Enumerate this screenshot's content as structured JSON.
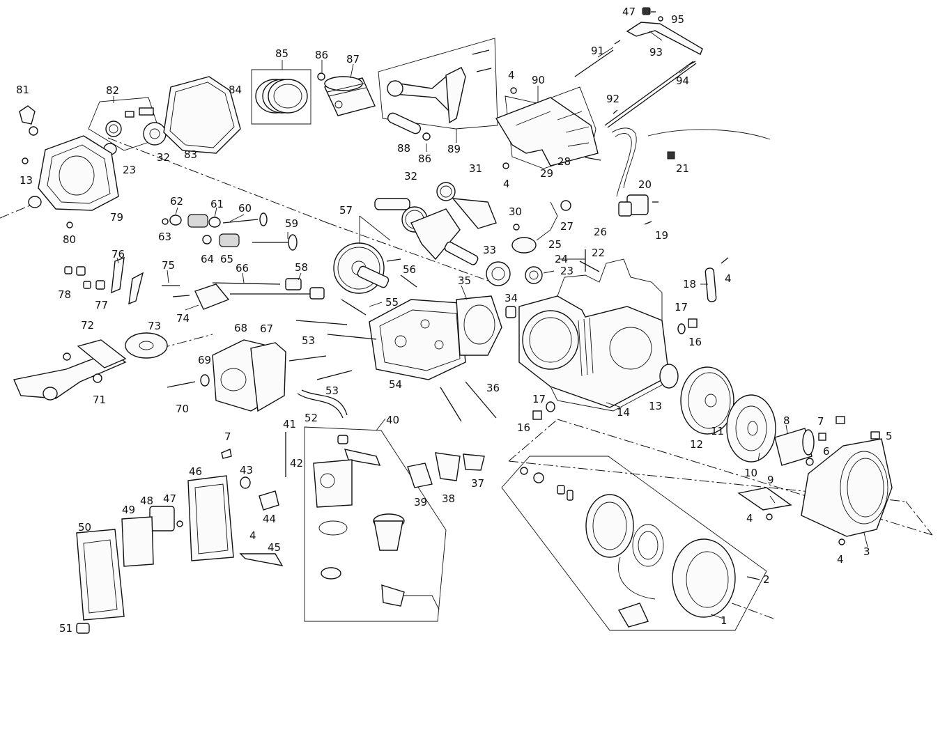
{
  "diagram": {
    "type": "exploded-parts-diagram",
    "callouts": [
      {
        "id": "c47a",
        "text": "47"
      },
      {
        "id": "c95",
        "text": "95"
      },
      {
        "id": "c91",
        "text": "91"
      },
      {
        "id": "c93",
        "text": "93"
      },
      {
        "id": "c94",
        "text": "94"
      },
      {
        "id": "c85",
        "text": "85"
      },
      {
        "id": "c86a",
        "text": "86"
      },
      {
        "id": "c87",
        "text": "87"
      },
      {
        "id": "c4a",
        "text": "4"
      },
      {
        "id": "c90",
        "text": "90"
      },
      {
        "id": "c92",
        "text": "92"
      },
      {
        "id": "c81",
        "text": "81"
      },
      {
        "id": "c82",
        "text": "82"
      },
      {
        "id": "c84",
        "text": "84"
      },
      {
        "id": "c88",
        "text": "88"
      },
      {
        "id": "c86b",
        "text": "86"
      },
      {
        "id": "c89",
        "text": "89"
      },
      {
        "id": "c21",
        "text": "21"
      },
      {
        "id": "c23a",
        "text": "23"
      },
      {
        "id": "c32a",
        "text": "32"
      },
      {
        "id": "c83",
        "text": "83"
      },
      {
        "id": "c4b",
        "text": "4"
      },
      {
        "id": "c13a",
        "text": "13"
      },
      {
        "id": "c28",
        "text": "28"
      },
      {
        "id": "c31",
        "text": "31"
      },
      {
        "id": "c32b",
        "text": "32"
      },
      {
        "id": "c29",
        "text": "29"
      },
      {
        "id": "c20",
        "text": "20"
      },
      {
        "id": "c79",
        "text": "79"
      },
      {
        "id": "c62",
        "text": "62"
      },
      {
        "id": "c61",
        "text": "61"
      },
      {
        "id": "c60",
        "text": "60"
      },
      {
        "id": "c57",
        "text": "57"
      },
      {
        "id": "c30",
        "text": "30"
      },
      {
        "id": "c27",
        "text": "27"
      },
      {
        "id": "c26",
        "text": "26"
      },
      {
        "id": "c19",
        "text": "19"
      },
      {
        "id": "c80",
        "text": "80"
      },
      {
        "id": "c63",
        "text": "63"
      },
      {
        "id": "c59",
        "text": "59"
      },
      {
        "id": "c25",
        "text": "25"
      },
      {
        "id": "c22",
        "text": "22"
      },
      {
        "id": "c76",
        "text": "76"
      },
      {
        "id": "c64",
        "text": "64"
      },
      {
        "id": "c65",
        "text": "65"
      },
      {
        "id": "c33",
        "text": "33"
      },
      {
        "id": "c24",
        "text": "24"
      },
      {
        "id": "c75",
        "text": "75"
      },
      {
        "id": "c66",
        "text": "66"
      },
      {
        "id": "c58",
        "text": "58"
      },
      {
        "id": "c56",
        "text": "56"
      },
      {
        "id": "c23b",
        "text": "23"
      },
      {
        "id": "c4c",
        "text": "4"
      },
      {
        "id": "c18",
        "text": "18"
      },
      {
        "id": "c78",
        "text": "78"
      },
      {
        "id": "c77",
        "text": "77"
      },
      {
        "id": "c35",
        "text": "35"
      },
      {
        "id": "c74",
        "text": "74"
      },
      {
        "id": "c55",
        "text": "55"
      },
      {
        "id": "c34",
        "text": "34"
      },
      {
        "id": "c17a",
        "text": "17"
      },
      {
        "id": "c16a",
        "text": "16"
      },
      {
        "id": "c72",
        "text": "72"
      },
      {
        "id": "c73",
        "text": "73"
      },
      {
        "id": "c68",
        "text": "68"
      },
      {
        "id": "c67",
        "text": "67"
      },
      {
        "id": "c53a",
        "text": "53"
      },
      {
        "id": "c69",
        "text": "69"
      },
      {
        "id": "c71",
        "text": "71"
      },
      {
        "id": "c54",
        "text": "54"
      },
      {
        "id": "c53b",
        "text": "53"
      },
      {
        "id": "c36",
        "text": "36"
      },
      {
        "id": "c13b",
        "text": "13"
      },
      {
        "id": "c14",
        "text": "14"
      },
      {
        "id": "c17b",
        "text": "17"
      },
      {
        "id": "c70",
        "text": "70"
      },
      {
        "id": "c52",
        "text": "52"
      },
      {
        "id": "c16b",
        "text": "16"
      },
      {
        "id": "c40",
        "text": "40"
      },
      {
        "id": "c41",
        "text": "41"
      },
      {
        "id": "c8",
        "text": "8"
      },
      {
        "id": "c7a",
        "text": "7"
      },
      {
        "id": "c5",
        "text": "5"
      },
      {
        "id": "c12",
        "text": "12"
      },
      {
        "id": "c11",
        "text": "11"
      },
      {
        "id": "c7b",
        "text": "7"
      },
      {
        "id": "c42",
        "text": "42"
      },
      {
        "id": "c6",
        "text": "6"
      },
      {
        "id": "c10",
        "text": "10"
      },
      {
        "id": "c43",
        "text": "43"
      },
      {
        "id": "c46",
        "text": "46"
      },
      {
        "id": "c37",
        "text": "37"
      },
      {
        "id": "c39",
        "text": "39"
      },
      {
        "id": "c38",
        "text": "38"
      },
      {
        "id": "c9",
        "text": "9"
      },
      {
        "id": "c48",
        "text": "48"
      },
      {
        "id": "c47b",
        "text": "47"
      },
      {
        "id": "c49",
        "text": "49"
      },
      {
        "id": "c44",
        "text": "44"
      },
      {
        "id": "c4d",
        "text": "4"
      },
      {
        "id": "c50",
        "text": "50"
      },
      {
        "id": "c4e",
        "text": "4"
      },
      {
        "id": "c45",
        "text": "45"
      },
      {
        "id": "c3",
        "text": "3"
      },
      {
        "id": "c4f",
        "text": "4"
      },
      {
        "id": "c2",
        "text": "2"
      },
      {
        "id": "c1",
        "text": "1"
      },
      {
        "id": "c51",
        "text": "51"
      }
    ]
  }
}
